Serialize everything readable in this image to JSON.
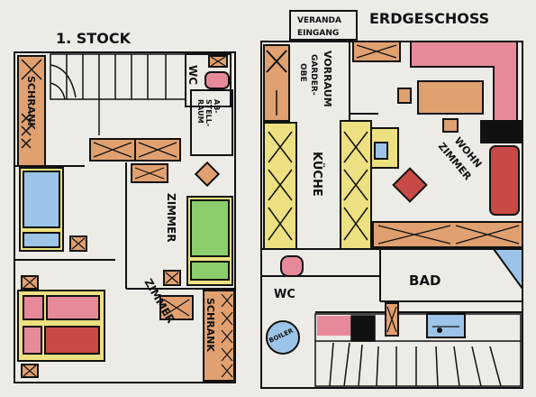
{
  "upper_floor": {
    "title": "1. STOCK",
    "rooms": {
      "schrank_left": "SCHRANK",
      "wc": "WC",
      "abstellraum": [
        "AB-",
        "STELL-",
        "RAUM"
      ],
      "zimmer_center": "ZIMMER",
      "zimmer_bottom": "ZIMMER",
      "schrank_bottom": "SCHRANK"
    }
  },
  "ground_floor": {
    "title": "ERDGESCHOSS",
    "veranda": [
      "VERANDA",
      "EINGANG"
    ],
    "rooms": {
      "vorraum": "VORRAUM",
      "garderobe": [
        "GARDER-",
        "OBE"
      ],
      "kueche": "KÜCHE",
      "wohnzimmer": [
        "WOHN",
        "ZIMMER"
      ],
      "wc": "WC",
      "bad": "BAD",
      "boiler": "BOILER"
    }
  },
  "colors": {
    "wood": "#e0a070",
    "yellow": "#ece080",
    "blue": "#9cc4e8",
    "green": "#8ccd6c",
    "pink": "#e68a9a",
    "red": "#c84a46",
    "gray": "#cfcfcf"
  }
}
